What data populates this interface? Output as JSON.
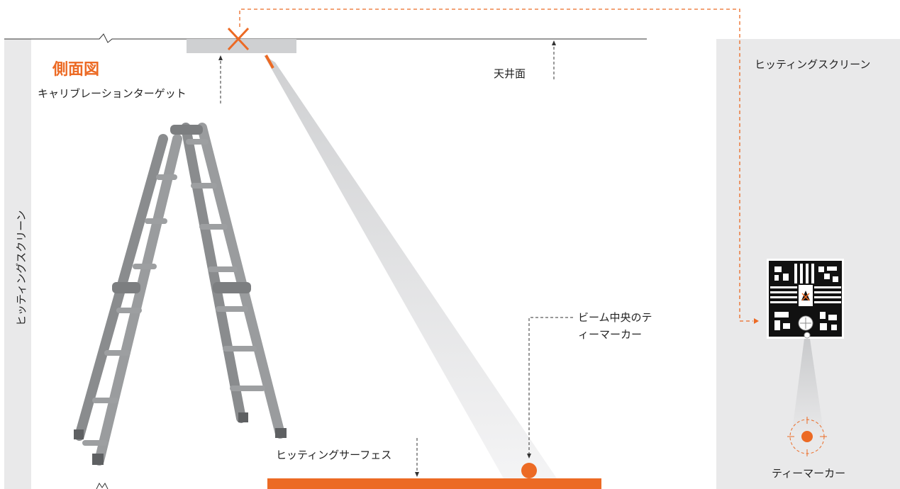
{
  "labels": {
    "side_view": "側面図",
    "ceiling": "天井面",
    "calibration_target": "キャリブレーションターゲット",
    "hitting_screen_right": "ヒッティングスクリーン",
    "hitting_screen_left": "ヒッティングスクリーン",
    "hitting_surface": "ヒッティングサーフェス",
    "beam_center_tee_line1": "ビーム中央のテ",
    "beam_center_tee_line2": "ィーマーカー",
    "tee_marker": "ティーマーカー"
  },
  "colors": {
    "accent": "#ec6a24",
    "panel": "#e9e9ea",
    "ladder": "#8a8c8e",
    "beam": "#d4d5d7"
  }
}
